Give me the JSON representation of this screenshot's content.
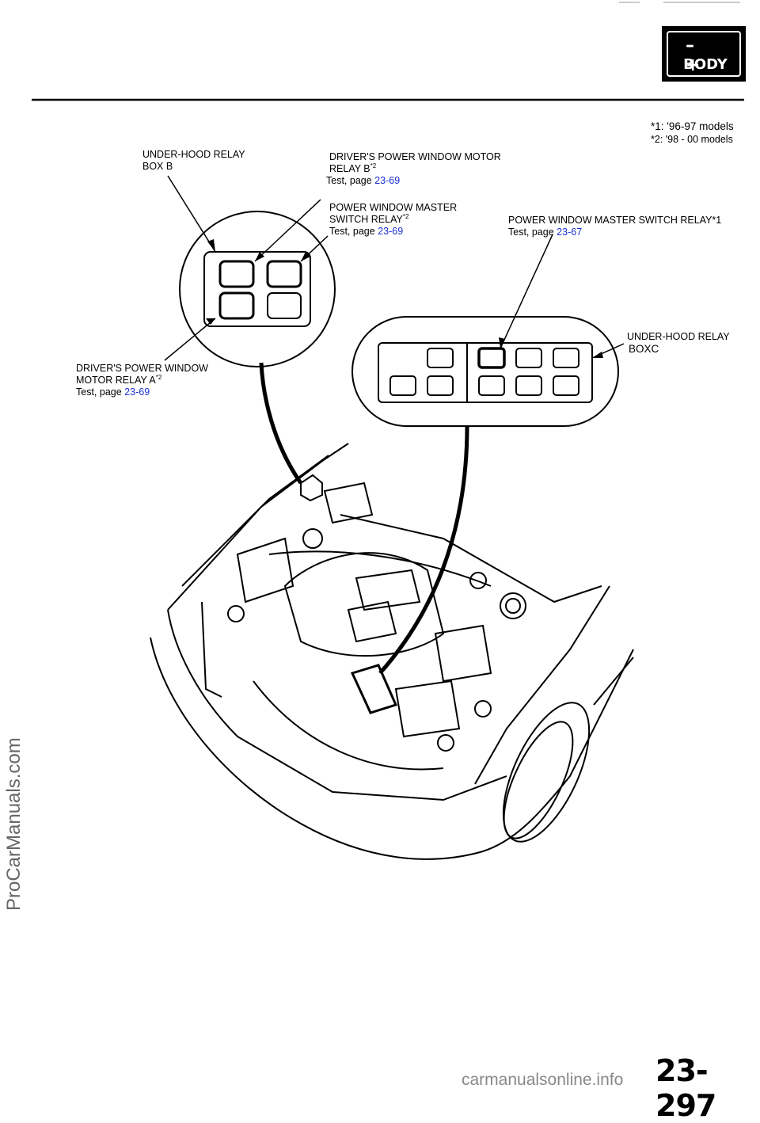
{
  "header": {
    "badge_signs": "– +",
    "badge_text": "BODY"
  },
  "notes": {
    "note1": "*1: '96-97 models",
    "note2": "*2: '98 - 00 models"
  },
  "labels": {
    "relay_box_b": {
      "line1": "UNDER-HOOD RELAY",
      "line2": "BOX B"
    },
    "motor_relay_b": {
      "line1": "DRIVER'S POWER WINDOW MOTOR",
      "line2": "RELAY B",
      "sup": "*2",
      "test": "Test, page",
      "page": "23-69"
    },
    "master_relay_2": {
      "line1": "POWER WINDOW MASTER",
      "line2": "SWITCH RELAY",
      "sup": "*2",
      "test": "Test, page",
      "page": "23-69"
    },
    "master_relay_1": {
      "line1": "POWER WINDOW MASTER SWITCH RELAY*1",
      "test": "Test, page",
      "page": "23-67"
    },
    "relay_box_c": {
      "line1": "UNDER-HOOD RELAY",
      "line2": "BOXC"
    },
    "motor_relay_a": {
      "line1": "DRIVER'S POWER WINDOW",
      "line2": "MOTOR RELAY A",
      "sup": "*2",
      "test": "Test, page",
      "page": "23-69"
    }
  },
  "watermark": "ProCarManuals.com",
  "page_number": "23-297",
  "footer_watermark": "carmanualsonline.info"
}
